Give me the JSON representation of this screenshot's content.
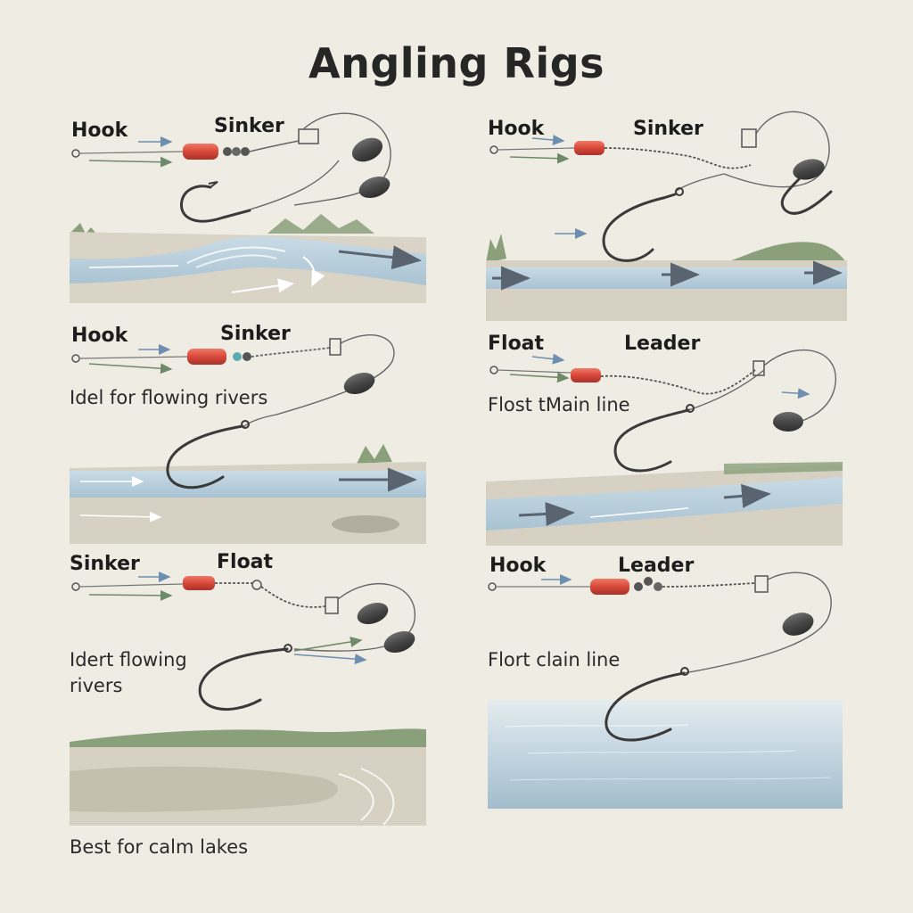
{
  "title": "Angling Rigs",
  "panels": [
    {
      "label_a": "Hook",
      "label_b": "Sinker",
      "caption": ""
    },
    {
      "label_a": "Hook",
      "label_b": "Sinker",
      "caption": ""
    },
    {
      "label_a": "Hook",
      "label_b": "Sinker",
      "caption": "Idel for flowing rivers"
    },
    {
      "label_a": "Float",
      "label_b": "Leader",
      "caption": "Flost tMain line"
    },
    {
      "label_a": "Sinker",
      "label_b": "Float",
      "caption_line1": "Idert flowing",
      "caption_line2": "rivers",
      "footer": "Best for calm lakes"
    },
    {
      "label_a": "Hook",
      "label_b": "Leader",
      "caption": "Flort clain line"
    }
  ],
  "colors": {
    "background": "#efece3",
    "float_red": "#d8483a",
    "sinker_grey": "#4a4a4a",
    "water_blue": "#b8cedb",
    "grass_green": "#8aa07a",
    "bank_sand": "#d6d1c3",
    "arrow_blue": "#6f8fb0",
    "arrow_green": "#6f8a6a"
  },
  "icons": [
    "hook-icon",
    "float-icon",
    "sinker-icon",
    "swivel-icon",
    "arrow-icon"
  ]
}
